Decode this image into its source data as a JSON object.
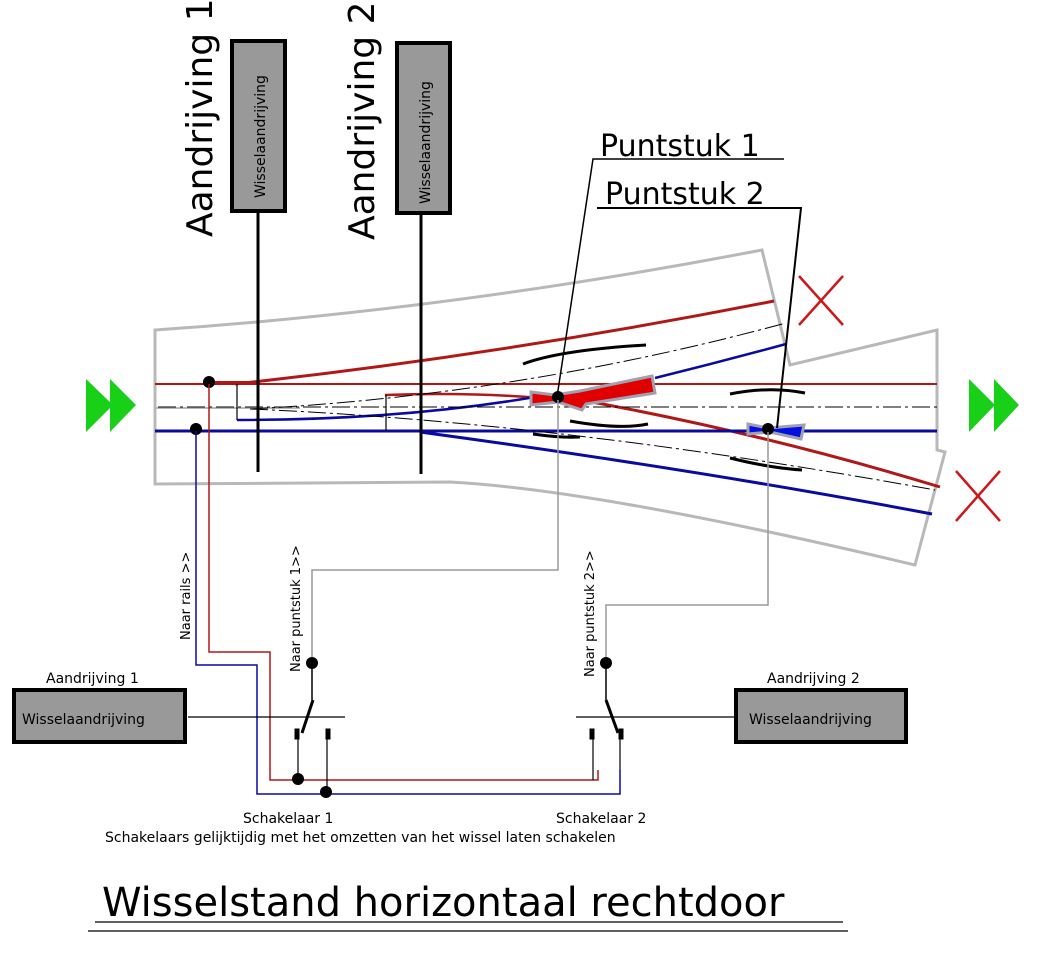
{
  "title": "Wisselstand horizontaal rechtdoor",
  "note": "Schakelaars gelijktijdig met het omzetten van het wissel laten schakelen",
  "top_drives": [
    {
      "label": "Aandrijving 1",
      "box_text": "Wisselaandrijving"
    },
    {
      "label": "Aandrijving 2",
      "box_text": "Wisselaandrijving"
    }
  ],
  "frogs": [
    {
      "label": "Puntstuk 1",
      "color": "#e00000"
    },
    {
      "label": "Puntstuk 2",
      "color": "#0010e0"
    }
  ],
  "bottom_drives": [
    {
      "label": "Aandrijving 1",
      "box_text": "Wisselaandrijving"
    },
    {
      "label": "Aandrijving 2",
      "box_text": "Wisselaandrijving"
    }
  ],
  "switches": [
    {
      "label": "Schakelaar 1"
    },
    {
      "label": "Schakelaar 2"
    }
  ],
  "wire_labels": {
    "rails": "Naar rails >>",
    "frog1": "Naar puntstuk 1>>",
    "frog2": "Naar puntstuk 2>>"
  },
  "colors": {
    "rail_red": "#b01818",
    "rail_blue": "#0a0aa0",
    "outline_gray": "#b8b8b8",
    "arrow_green": "#18d018",
    "blocked_red": "#cc1818",
    "drive_box": "#999999"
  },
  "indicators": {
    "direction": "forward",
    "blocked_routes": 2
  }
}
